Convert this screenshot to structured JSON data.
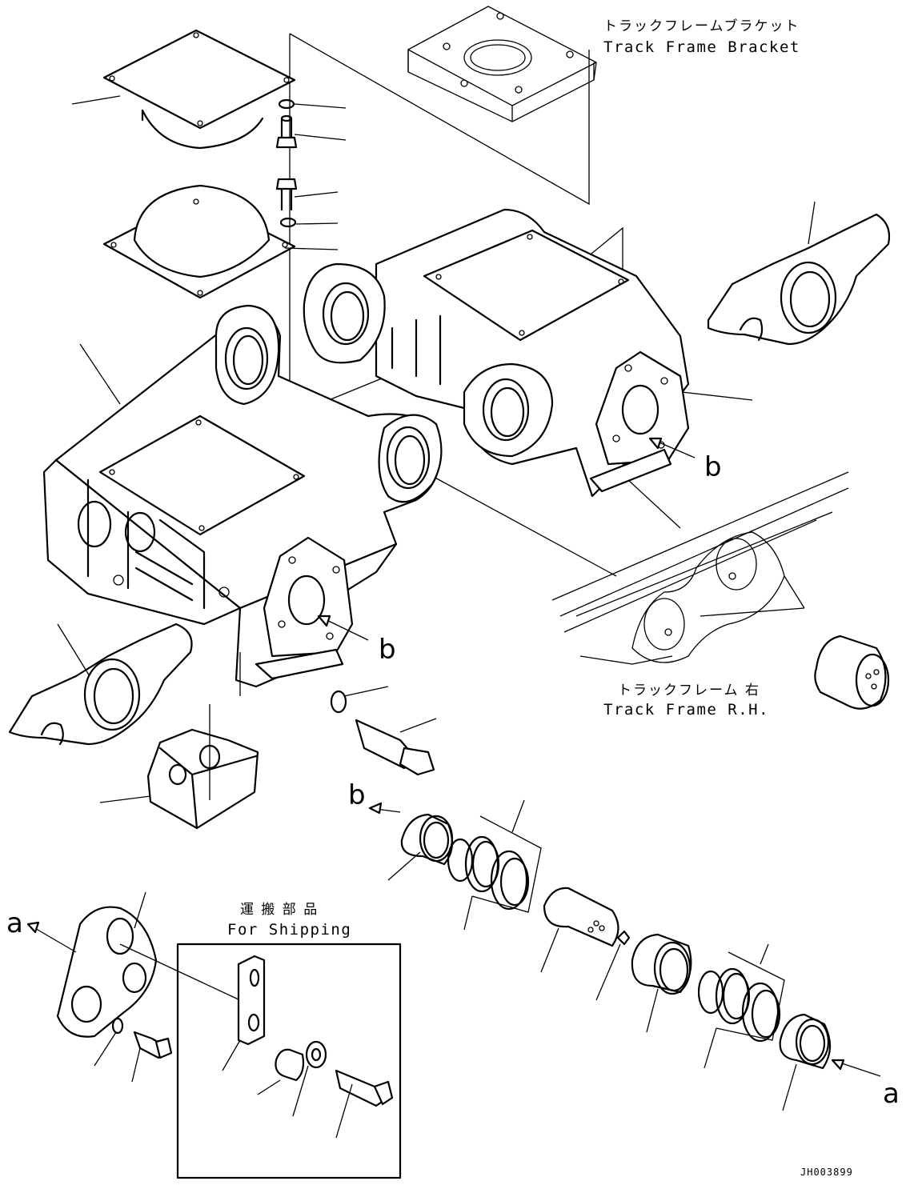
{
  "labels": {
    "bracket_jp": "トラックフレームブラケット",
    "bracket_en": "Track Frame Bracket",
    "frame_jp": "トラックフレーム 右",
    "frame_en": "Track Frame R.H.",
    "shipping_jp": "運 搬 部 品",
    "shipping_en": "For Shipping",
    "ref_b": "b",
    "ref_a": "a",
    "drawing_code": "JH003899"
  }
}
